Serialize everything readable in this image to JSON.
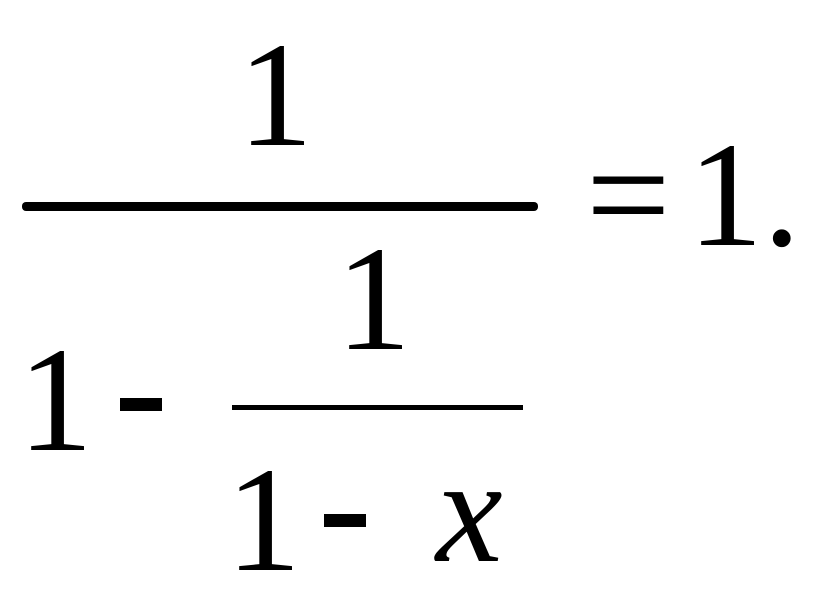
{
  "expression": {
    "outer_numerator": "1",
    "outer_denominator_one": "1",
    "outer_denominator_operator": "-",
    "inner_numerator": "1",
    "inner_denominator_one": "1",
    "inner_denominator_operator": "-",
    "variable": "x",
    "equals": "=",
    "right_side": "1."
  }
}
